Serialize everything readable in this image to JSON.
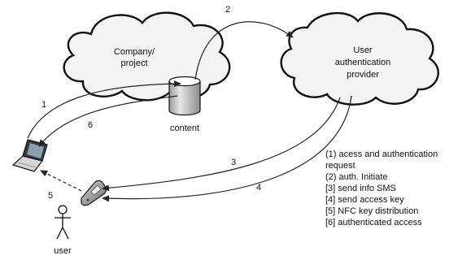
{
  "nodes": {
    "company": {
      "lines": [
        "Company/",
        "project"
      ]
    },
    "provider": {
      "lines": [
        "User",
        "authentication",
        "provider"
      ]
    },
    "content": {
      "label": "content"
    },
    "user": {
      "label": "user"
    }
  },
  "arrows": {
    "a1": "1",
    "a2": "2",
    "a3": "3",
    "a4": "4",
    "a5": "5",
    "a6": "6"
  },
  "legend": [
    "(1) acess and authentication",
    "request",
    "(2) auth. Initiate",
    "[3] send info SMS",
    "[4] send access key",
    "[5] NFC key distribution",
    "[6] authenticated access"
  ],
  "colors": {
    "cloud_fill": "#f4f4f4",
    "outline": "#111111",
    "cylinder_body": "#d0d0d0"
  }
}
